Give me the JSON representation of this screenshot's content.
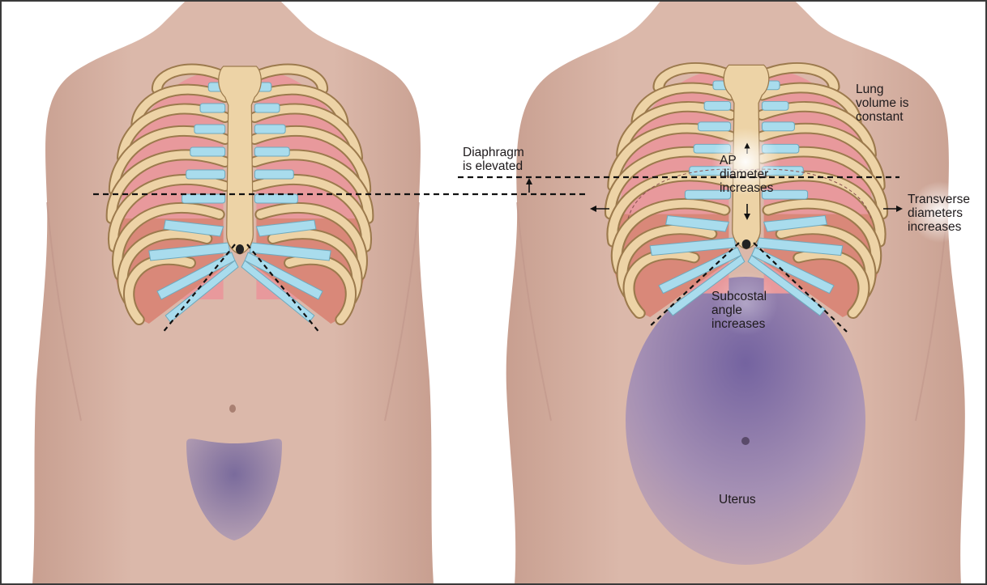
{
  "labels": {
    "lung_volume": "Lung\nvolume is\nconstant",
    "diaphragm": "Diaphragm\nis elevated",
    "ap_diameter": "AP\ndiameter\nincreases",
    "transverse": "Transverse\ndiameters\nincreases",
    "subcostal": "Subcostal\nangle\nincreases",
    "uterus": "Uterus"
  },
  "colors": {
    "skin": "#d9b5a7",
    "skin_shadow": "#c79f91",
    "rib_bone": "#edd3a6",
    "rib_outline": "#9c7a4d",
    "costal_cartilage": "#a9dced",
    "lung": "#e8999c",
    "intercostal_muscle": "#d98879",
    "uterus": "#7b6c9e",
    "frame": "#3a3a3a"
  }
}
